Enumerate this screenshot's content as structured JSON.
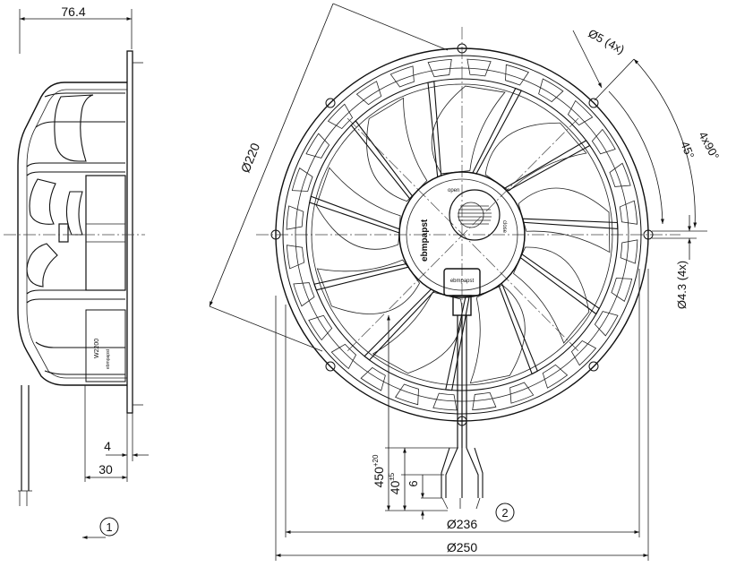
{
  "dimensions": {
    "depth": "76.4",
    "flange_thickness": "4",
    "housing_depth": "30",
    "blade_diameter": "Ø220",
    "hole_diameter": "Ø5 (4x)",
    "hole_angle": "4x90°",
    "offset_angle": "45°",
    "mount_hole": "Ø4.3 (4x)",
    "lead_length": "450",
    "lead_length_tol": "+20",
    "strip_length": "40",
    "strip_length_tol": "±5",
    "wire_end": "6",
    "bolt_circle": "Ø236",
    "outer_diameter": "Ø250"
  },
  "views": {
    "side_view_marker": "1",
    "front_view_marker": "2"
  },
  "labels": {
    "brand_hub": "ebmpapst",
    "brand_box": "ebmpapst",
    "hub_open": "open",
    "hub_close": "close",
    "side_model": "W2200",
    "side_brand": "ebmpapst"
  },
  "colors": {
    "line": "#111111",
    "background": "#ffffff"
  }
}
